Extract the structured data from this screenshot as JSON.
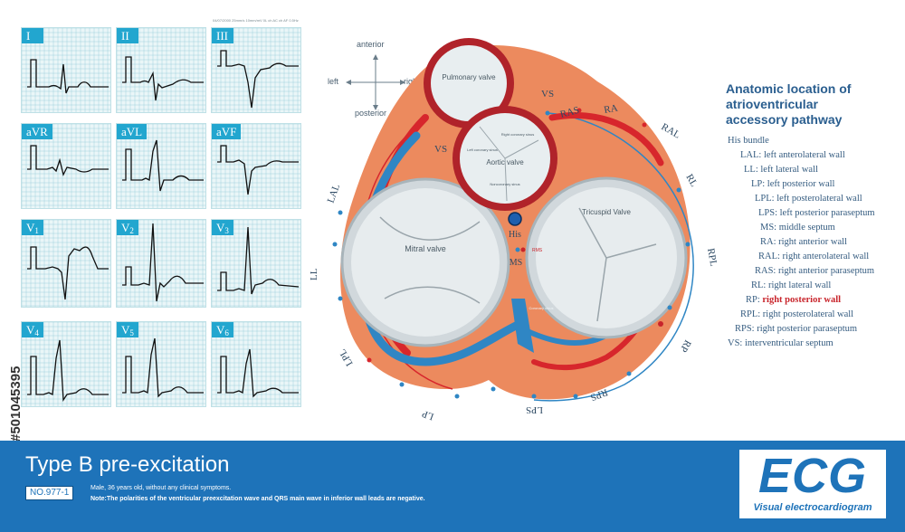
{
  "ecg": {
    "header_text": "04/07/2000 25mm/s 10mm/mV 0L ch AC ch AF 0.5Hz",
    "leads": [
      {
        "name": "I",
        "sub": ""
      },
      {
        "name": "II",
        "sub": ""
      },
      {
        "name": "III",
        "sub": ""
      },
      {
        "name": "aVR",
        "sub": ""
      },
      {
        "name": "aVL",
        "sub": ""
      },
      {
        "name": "aVF",
        "sub": ""
      },
      {
        "name": "V",
        "sub": "1"
      },
      {
        "name": "V",
        "sub": "2"
      },
      {
        "name": "V",
        "sub": "3"
      },
      {
        "name": "V",
        "sub": "4"
      },
      {
        "name": "V",
        "sub": "5"
      },
      {
        "name": "V",
        "sub": "6"
      }
    ]
  },
  "watermark": "#501045395",
  "orientation": {
    "anterior": "anterior",
    "posterior": "posterior",
    "left": "left",
    "right": "right"
  },
  "valves": {
    "pulmonary": "Pulmonary valve",
    "aortic": "Aortic valve",
    "right_coronary_sinus": "Right coronary sinus",
    "left_coronary_sinus": "Left coronary sinus",
    "noncoronary_sinus": "Noncoronary sinus",
    "mitral": "Mitral valve",
    "tricuspid": "Tricuspid Valve",
    "coronary_sinus": "Coronary sinus"
  },
  "markers": {
    "his": "His",
    "ms": "MS",
    "rms": "RMS"
  },
  "ring_labels": {
    "vs_top": "VS",
    "vs_left": "VS",
    "ras": "RAS",
    "ra": "RA",
    "ral": "RAL",
    "rl": "RL",
    "rpl": "RPL",
    "rp": "RP",
    "rps": "RPS",
    "lps": "LPS",
    "lp": "LP",
    "lpl": "LPL",
    "ll": "LL",
    "lal": "LAL"
  },
  "legend": {
    "title": [
      "Anatomic location of",
      "atrioventricular",
      "accessory pathway"
    ],
    "items": [
      {
        "label": "His bundle"
      },
      {
        "label": "LAL: left anterolateral wall"
      },
      {
        "label": "LL: left lateral wall"
      },
      {
        "label": "LP: left posterior wall"
      },
      {
        "label": "LPL: left posterolateral wall"
      },
      {
        "label": "LPS: left posterior paraseptum"
      },
      {
        "label": "MS: middle septum"
      },
      {
        "label": "RA: right anterior wall"
      },
      {
        "label": "RAL: right anterolateral wall"
      },
      {
        "label": "RAS: right anterior paraseptum"
      },
      {
        "label": "RL: right lateral wall"
      },
      {
        "prefix": "RP: ",
        "highlight": "right posterior wall"
      },
      {
        "label": "RPL: right posterolateral wall"
      },
      {
        "label": "RPS: right posterior paraseptum"
      },
      {
        "label": "VS: interventricular septum"
      }
    ]
  },
  "footer": {
    "title": "Type B pre-excitation",
    "number": "NO.977-1",
    "line1": "Male, 36 years old, without any clinical symptoms.",
    "line2": "Note:The polarities of the ventricular preexcitation wave and QRS main wave in inferior wall leads are negative."
  },
  "logo": {
    "word": "ECG",
    "sub": "Visual electrocardiogram"
  },
  "colors": {
    "accent": "#1e73b9",
    "grid": "#8fcad6",
    "tab": "#22a6cf",
    "artery": "#d7262c",
    "vein": "#2f86c4",
    "tissue": "#ec8a5e",
    "highlight": "#c8242b"
  }
}
